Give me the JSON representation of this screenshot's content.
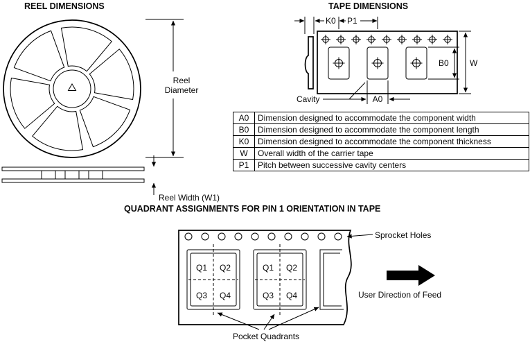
{
  "titles": {
    "reel": "REEL DIMENSIONS",
    "tape": "TAPE DIMENSIONS",
    "quadrant": "QUADRANT ASSIGNMENTS FOR PIN 1 ORIENTATION IN TAPE"
  },
  "reel": {
    "diameter_label_line1": "Reel",
    "diameter_label_line2": "Diameter",
    "width_label": "Reel Width (W1)"
  },
  "tape": {
    "k0": "K0",
    "p1": "P1",
    "w": "W",
    "b0": "B0",
    "a0": "A0",
    "cavity_label": "Cavity"
  },
  "dimension_table": {
    "rows": [
      {
        "symbol": "A0",
        "description": "Dimension designed to accommodate the component width"
      },
      {
        "symbol": "B0",
        "description": "Dimension designed to accommodate the component length"
      },
      {
        "symbol": "K0",
        "description": "Dimension designed to accommodate the component thickness"
      },
      {
        "symbol": "W",
        "description": "Overall width of the carrier tape"
      },
      {
        "symbol": "P1",
        "description": "Pitch between successive cavity centers"
      }
    ]
  },
  "quadrants": {
    "sprocket_label": "Sprocket Holes",
    "feed_label": "User Direction of Feed",
    "pocket_label": "Pocket Quadrants",
    "pockets": [
      {
        "q1": "Q1",
        "q2": "Q2",
        "q3": "Q3",
        "q4": "Q4"
      },
      {
        "q1": "Q1",
        "q2": "Q2",
        "q3": "Q3",
        "q4": "Q4"
      }
    ]
  },
  "colors": {
    "line": "#000000",
    "arrow_fill": "#000000",
    "background": "#ffffff"
  }
}
